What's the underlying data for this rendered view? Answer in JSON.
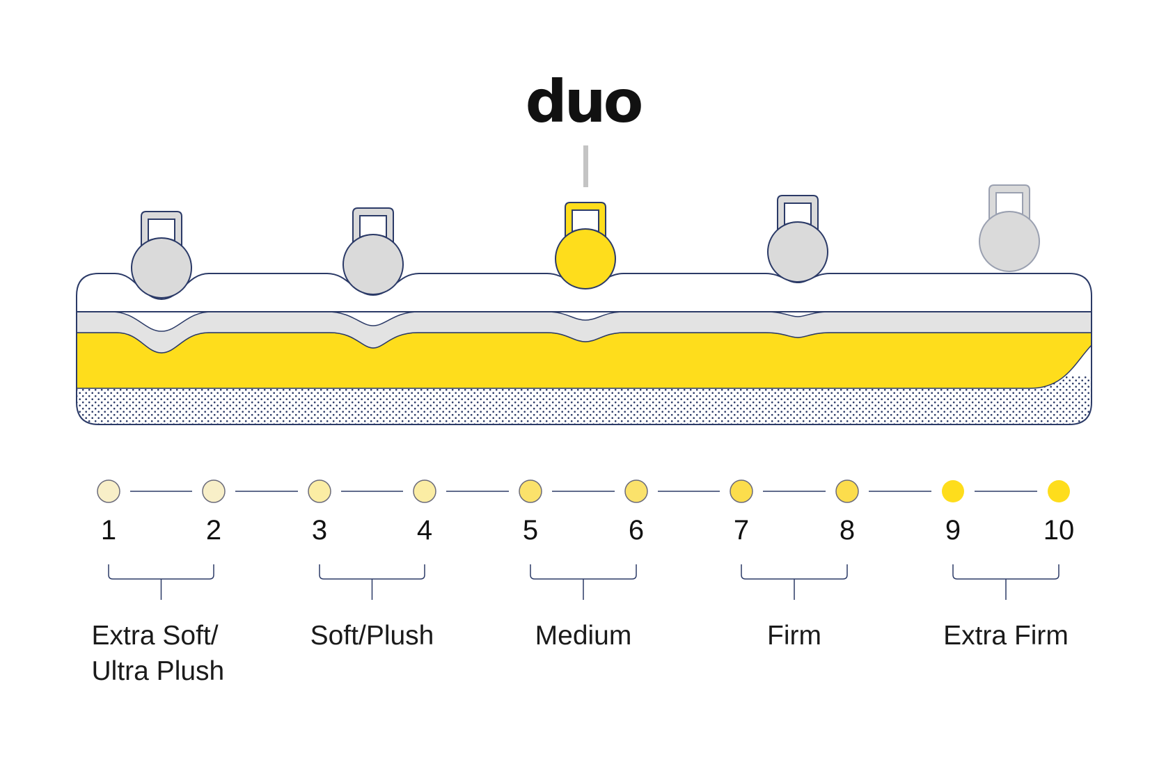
{
  "brand": {
    "name": "duo"
  },
  "colors": {
    "accent_yellow": "#FEDD1C",
    "weight_gray": "#DADADA",
    "outline_navy": "#2B3A67",
    "comfort_layer_gray": "#E3E3E3",
    "pointer_gray": "#C4C4C4",
    "base_dots": "#2B3A67"
  },
  "weights": [
    {
      "id": "extra-soft",
      "highlighted": false
    },
    {
      "id": "soft",
      "highlighted": false
    },
    {
      "id": "medium",
      "highlighted": true
    },
    {
      "id": "firm",
      "highlighted": false
    },
    {
      "id": "extra-firm",
      "highlighted": false
    }
  ],
  "scale": {
    "points": [
      {
        "label": "1",
        "color": "#F8EFC8"
      },
      {
        "label": "2",
        "color": "#F8EFC8"
      },
      {
        "label": "3",
        "color": "#FBEDA4"
      },
      {
        "label": "4",
        "color": "#FBEDA4"
      },
      {
        "label": "5",
        "color": "#FBE26B"
      },
      {
        "label": "6",
        "color": "#FBE26B"
      },
      {
        "label": "7",
        "color": "#FCDD4C"
      },
      {
        "label": "8",
        "color": "#FCDD4C"
      },
      {
        "label": "9",
        "color": "#FEDD1C"
      },
      {
        "label": "10",
        "color": "#FEDD1C"
      }
    ],
    "groups": [
      {
        "line1": "Extra Soft/",
        "line2": "Ultra Plush"
      },
      {
        "line1": "Soft/Plush",
        "line2": ""
      },
      {
        "line1": "Medium",
        "line2": ""
      },
      {
        "line1": "Firm",
        "line2": ""
      },
      {
        "line1": "Extra Firm",
        "line2": ""
      }
    ]
  }
}
